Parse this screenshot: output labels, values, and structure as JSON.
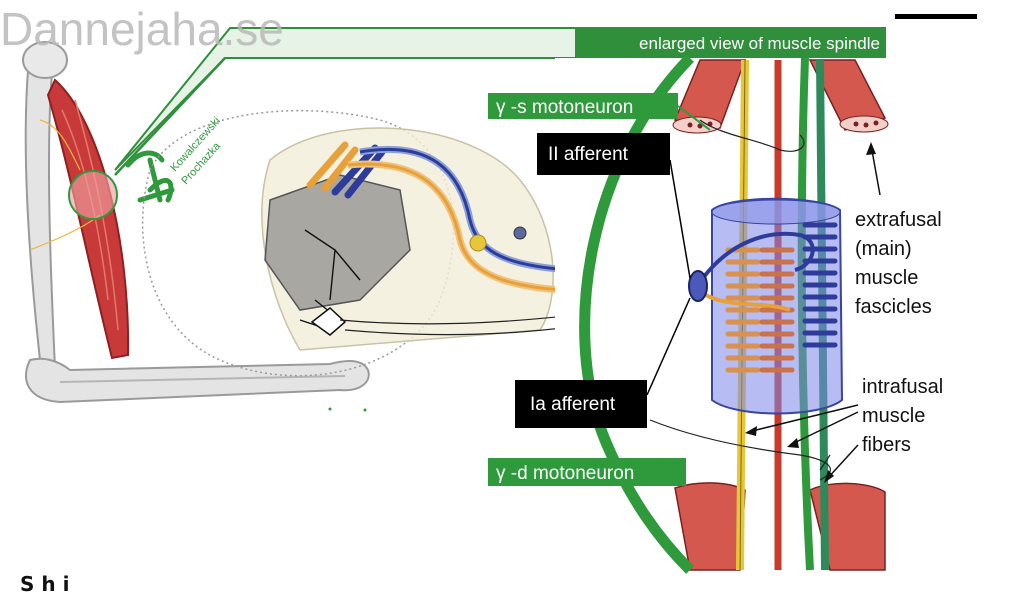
{
  "watermark": "Dannejaha.se",
  "signature": [
    "Kowalczewski",
    "Prochazka"
  ],
  "banner": "enlarged view of muscle spindle",
  "labels": {
    "gamma_s": "γ -s motoneuron",
    "gamma_d": "γ -d motoneuron",
    "ii_afferent": "II afferent",
    "ia_afferent": "Ia afferent",
    "extrafusal": [
      "extrafusal",
      "(main)",
      "muscle",
      "fascicles"
    ],
    "intrafusal": [
      "intrafusal",
      "muscle",
      "fibers"
    ]
  },
  "bottom_cut_text": "S h i",
  "colors": {
    "green": "#2e9a3c",
    "banner_green": "#2f8f3a",
    "gamma_green": "#3aa047",
    "muscle_red": "#c83a3a",
    "blue": "#2d3c9a",
    "orange": "#e8a13a",
    "yellow": "#e8c63a",
    "spindle_fill": "#7c86e8",
    "label_black": "#000000"
  }
}
